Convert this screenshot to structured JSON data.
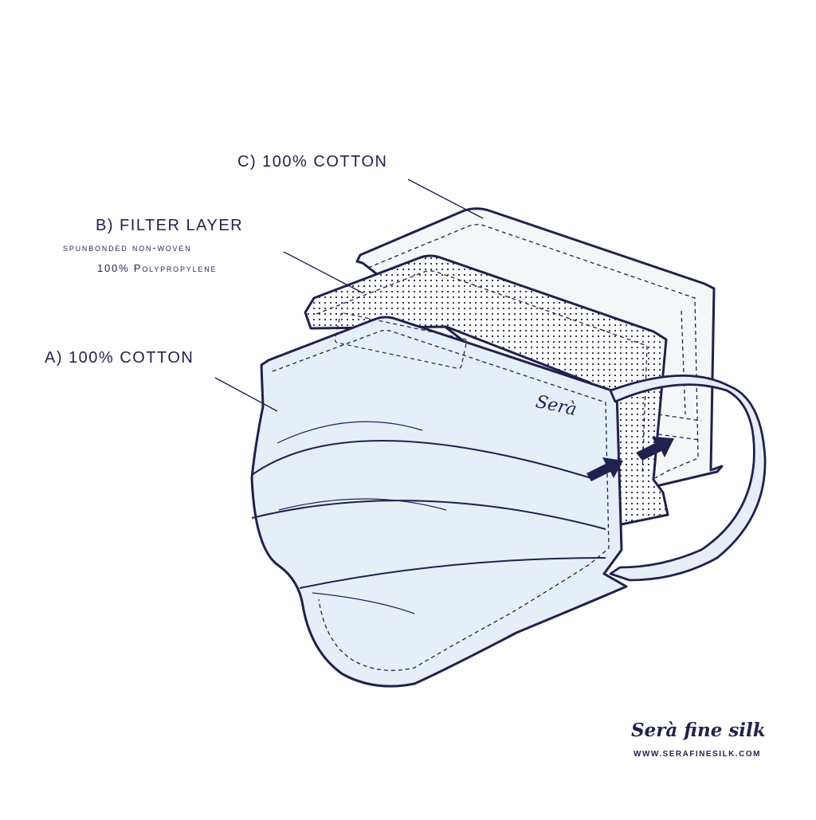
{
  "labels": {
    "layer_c": "C) 100% COTTON",
    "layer_b": "B) FILTER LAYER",
    "layer_b_sub1": "spunbonded non-woven",
    "layer_b_sub2": "100% Polypropylene",
    "layer_a": "A) 100% COTTON"
  },
  "mask_logo": "Serà",
  "brand": {
    "name": "Serà fine silk",
    "url": "WWW.SERAFINESILK.COM"
  },
  "colors": {
    "outline": "#1f2150",
    "cotton_outer": "#f4f6f8",
    "cotton_inner": "#e6eef8",
    "filter": "#ffffff",
    "dot": "#1f2150"
  }
}
